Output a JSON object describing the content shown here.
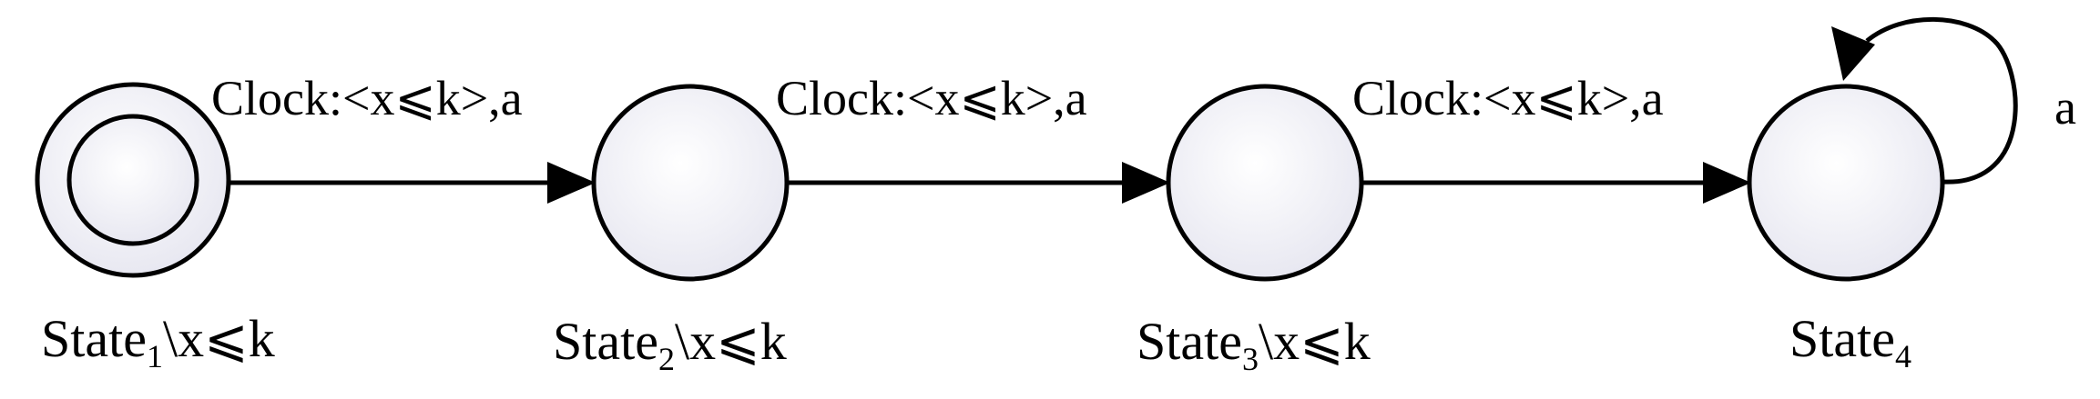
{
  "diagram": {
    "states": [
      {
        "id": "state1",
        "name": "State",
        "subscript": "1",
        "invariant": "\\x⩽k",
        "accepting": true
      },
      {
        "id": "state2",
        "name": "State",
        "subscript": "2",
        "invariant": "\\x⩽k",
        "accepting": false
      },
      {
        "id": "state3",
        "name": "State",
        "subscript": "3",
        "invariant": "\\x⩽k",
        "accepting": false
      },
      {
        "id": "state4",
        "name": "State",
        "subscript": "4",
        "invariant": "",
        "accepting": false
      }
    ],
    "transitions": [
      {
        "from": "state1",
        "to": "state2",
        "label": "Clock:<x⩽k>,a"
      },
      {
        "from": "state2",
        "to": "state3",
        "label": "Clock:<x⩽k>,a"
      },
      {
        "from": "state3",
        "to": "state4",
        "label": "Clock:<x⩽k>,a"
      },
      {
        "from": "state4",
        "to": "state4",
        "label": "a"
      }
    ],
    "colors": {
      "stroke": "#000000",
      "node_fill_center": "#ffffff",
      "node_fill_edge": "#e8e8f2"
    }
  }
}
